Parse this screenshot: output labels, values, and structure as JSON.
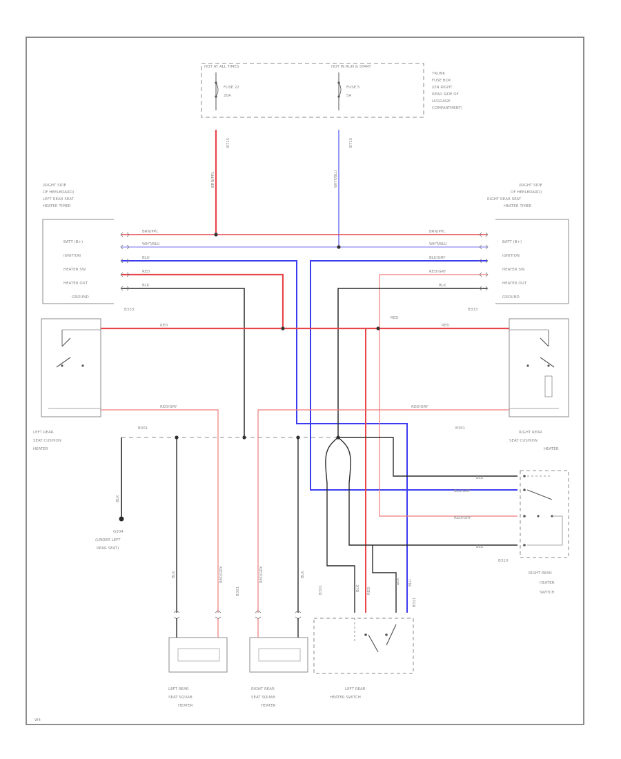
{
  "fuse_box": {
    "hot_all": "HOT AT ALL TIMES",
    "hot_run": "HOT IN RUN & START",
    "fuse1_name": "FUSE 22",
    "fuse1_amp": "20A",
    "fuse2_name": "FUSE 5",
    "fuse2_amp": "5A",
    "location": [
      "TRUNK",
      "FUSE BOX",
      "(ON RIGHT",
      "REAR SIDE OF",
      "LUGGAGE",
      "COMPARTMENT)"
    ],
    "wire1_code": "BRN/PPL",
    "wire1_pin": "B715",
    "wire2_code": "WHT/BLU",
    "wire2_pin": "B715"
  },
  "left_timer": {
    "location": [
      "(RIGHT SIDE",
      "OF HEELBOARD)",
      "LEFT REAR SEAT",
      "HEATER TIMER"
    ],
    "pins": [
      "BATT (B+)",
      "IGNITION",
      "HEATER SW",
      "HEATER OUT",
      "GROUND"
    ],
    "wires": [
      "BRN/PPL",
      "WHT/BLU",
      "BLU",
      "RED",
      "BLK"
    ],
    "connector": "B333"
  },
  "right_timer": {
    "location": [
      "(RIGHT SIDE",
      "OF HEELBOARD)",
      "RIGHT REAR SEAT",
      "HEATER TIMER"
    ],
    "pins": [
      "BATT (B+)",
      "IGNITION",
      "HEATER SW",
      "HEATER OUT",
      "GROUND"
    ],
    "wires": [
      "BRN/PPL",
      "WHT/BLU",
      "BLU/GRY",
      "RED/GRY",
      "BLK"
    ],
    "connector": "B333"
  },
  "left_cushion": {
    "label": [
      "LEFT REAR",
      "SEAT CUSHION",
      "HEATER"
    ],
    "wire_top": "RED",
    "wire_bot": "RED/GRY",
    "splice": "B301"
  },
  "right_cushion": {
    "label": [
      "RIGHT REAR",
      "SEAT CUSHION",
      "HEATER"
    ],
    "wire_top": "RED",
    "wire_red_label": "RED",
    "wire_bot": "RED/GRY",
    "splice": "B301"
  },
  "ground": {
    "wire": "BLK",
    "label": [
      "G304",
      "(UNDER LEFT",
      "REAR SEAT)"
    ]
  },
  "right_switch": {
    "wires": [
      "BLK",
      "BLU/GRY",
      "RED/GRY",
      "BLK"
    ],
    "connector": "B310",
    "label": [
      "RIGHT REAR",
      "HEATER",
      "SWITCH"
    ]
  },
  "left_squab": {
    "label": [
      "LEFT REAR",
      "SEAT SQUAB",
      "HEATER"
    ],
    "wire_a": "BLK",
    "wire_b": "RED/GRY",
    "pin": "B301"
  },
  "right_squab": {
    "label": [
      "RIGHT REAR",
      "SEAT SQUAB",
      "HEATER"
    ],
    "wire_a": "RED/GRY",
    "wire_b": "BLK"
  },
  "left_switch": {
    "label": [
      "LEFT REAR",
      "HEATER SWITCH"
    ],
    "wire_a": "BLK",
    "wire_b": "RED",
    "wire_c": "BLK",
    "wire_d": "BLU",
    "pin_a": "B301",
    "pin_b": "B311"
  },
  "colors": {
    "red_wire": "#e8454a",
    "blue_wire": "#3b3bf0",
    "black_wire": "#2a2a2a",
    "pink_wire": "#f07a7a",
    "lightblue_wire": "#8a8af5",
    "frame": "#666666"
  },
  "figure_id": "W4"
}
